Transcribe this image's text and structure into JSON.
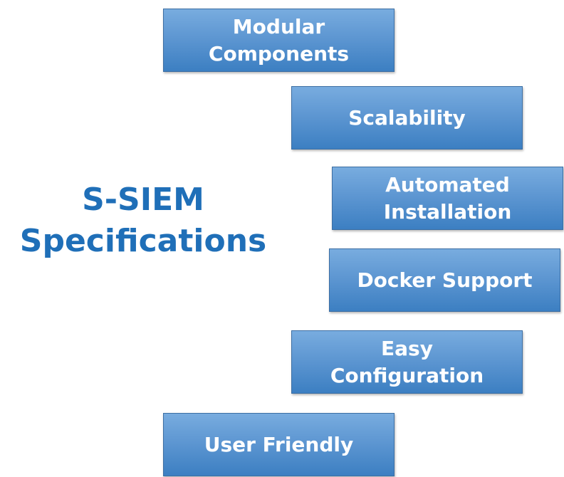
{
  "title": {
    "line1": "S-SIEM",
    "line2": "Specifications"
  },
  "specs": [
    {
      "line1": "Modular",
      "line2": "Components"
    },
    {
      "line1": "Scalability"
    },
    {
      "line1": "Automated",
      "line2": "Installation"
    },
    {
      "line1": "Docker Support"
    },
    {
      "line1": "Easy",
      "line2": "Configuration"
    },
    {
      "line1": "User Friendly"
    }
  ],
  "colors": {
    "title_text": "#1f6fb8",
    "box_fill_top": "#78acdf",
    "box_fill_bottom": "#3c7fc2",
    "box_border": "#3c6ea3",
    "box_text": "#ffffff"
  }
}
